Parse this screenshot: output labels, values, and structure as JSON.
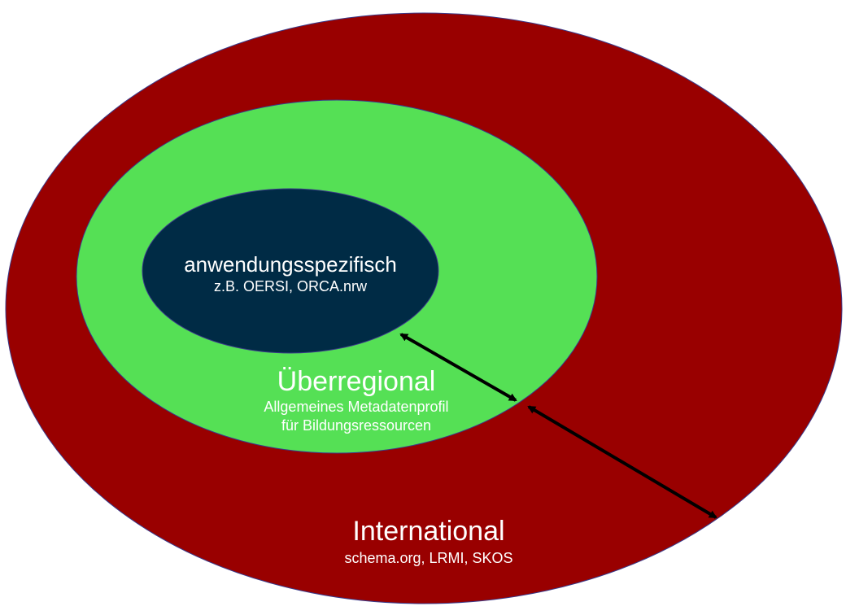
{
  "diagram": {
    "outer": {
      "title": "International",
      "subtitle": "schema.org, LRMI, SKOS",
      "color": "#990000"
    },
    "middle": {
      "title": "Überregional",
      "subtitle_line1": "Allgemeines Metadatenprofil",
      "subtitle_line2": "für Bildungsressourcen",
      "color": "#55e055"
    },
    "inner": {
      "title": "anwendungsspezifisch",
      "subtitle": "z.B. OERSI, ORCA.nrw",
      "color": "#002b45"
    },
    "outline_color": "#3a3a8a",
    "arrow_color": "#000000"
  }
}
